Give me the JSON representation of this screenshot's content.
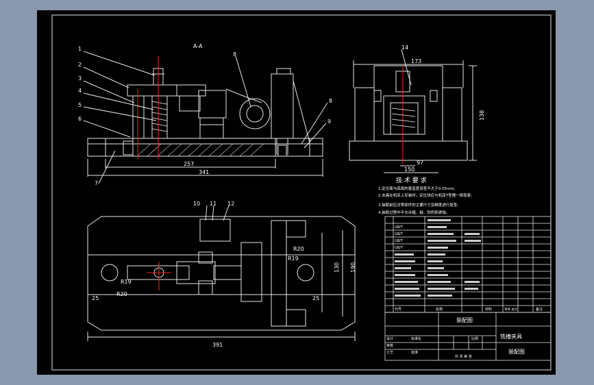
{
  "drawing": {
    "section_label": "A-A",
    "leaders_left": [
      "1",
      "2",
      "3",
      "4",
      "5",
      "6",
      "7"
    ],
    "leader_top": "8",
    "leaders_right": [
      "8",
      "9"
    ],
    "leader_side_view": "14",
    "leaders_plan": [
      "10",
      "11",
      "12"
    ],
    "dims": {
      "base_len_1": "257",
      "base_len_2": "341",
      "side_width": "173",
      "side_height": "138",
      "side_bottom": "150",
      "side_small": "97",
      "plan_length": "391",
      "plan_height_1": "130",
      "plan_height_2": "190",
      "r19_left": "R19",
      "r19_right": "R19",
      "r20_left": "R20",
      "r20_right": "R20",
      "dim25_left": "25",
      "dim25_right": "25"
    }
  },
  "tech": {
    "title": "技 术 要 求",
    "lines": [
      "1.定位面与底面的垂直度误差不大于0.05mm;",
      "2.夹具在机床上安装时，定位块应与机床T型槽一侧靠紧;",
      "3.装配前应对零部件的主要尺寸及精度进行复查;",
      "4.装配过程中不允许磕、碰、划伤和锈蚀。"
    ]
  },
  "title_block": {
    "header_code": "代号",
    "header_name": "名称",
    "header_mat": "材料",
    "header_weight": "单件 总计",
    "header_note": "备注",
    "drawing_name": "装配图",
    "product_name": "铣槽夹具",
    "drawing_type": "装配图",
    "rows_code_left": [
      "GB/T",
      "GB/T",
      "GB/T",
      "GB/T",
      "",
      "",
      "",
      "",
      "",
      "",
      "",
      "",
      ""
    ],
    "design_label": "设计",
    "check_label": "审核",
    "process_label": "工艺",
    "standard_label": "标准化",
    "approve_label": "批准",
    "scale_label": "比例",
    "sheet_label": "共 张 第 张"
  }
}
